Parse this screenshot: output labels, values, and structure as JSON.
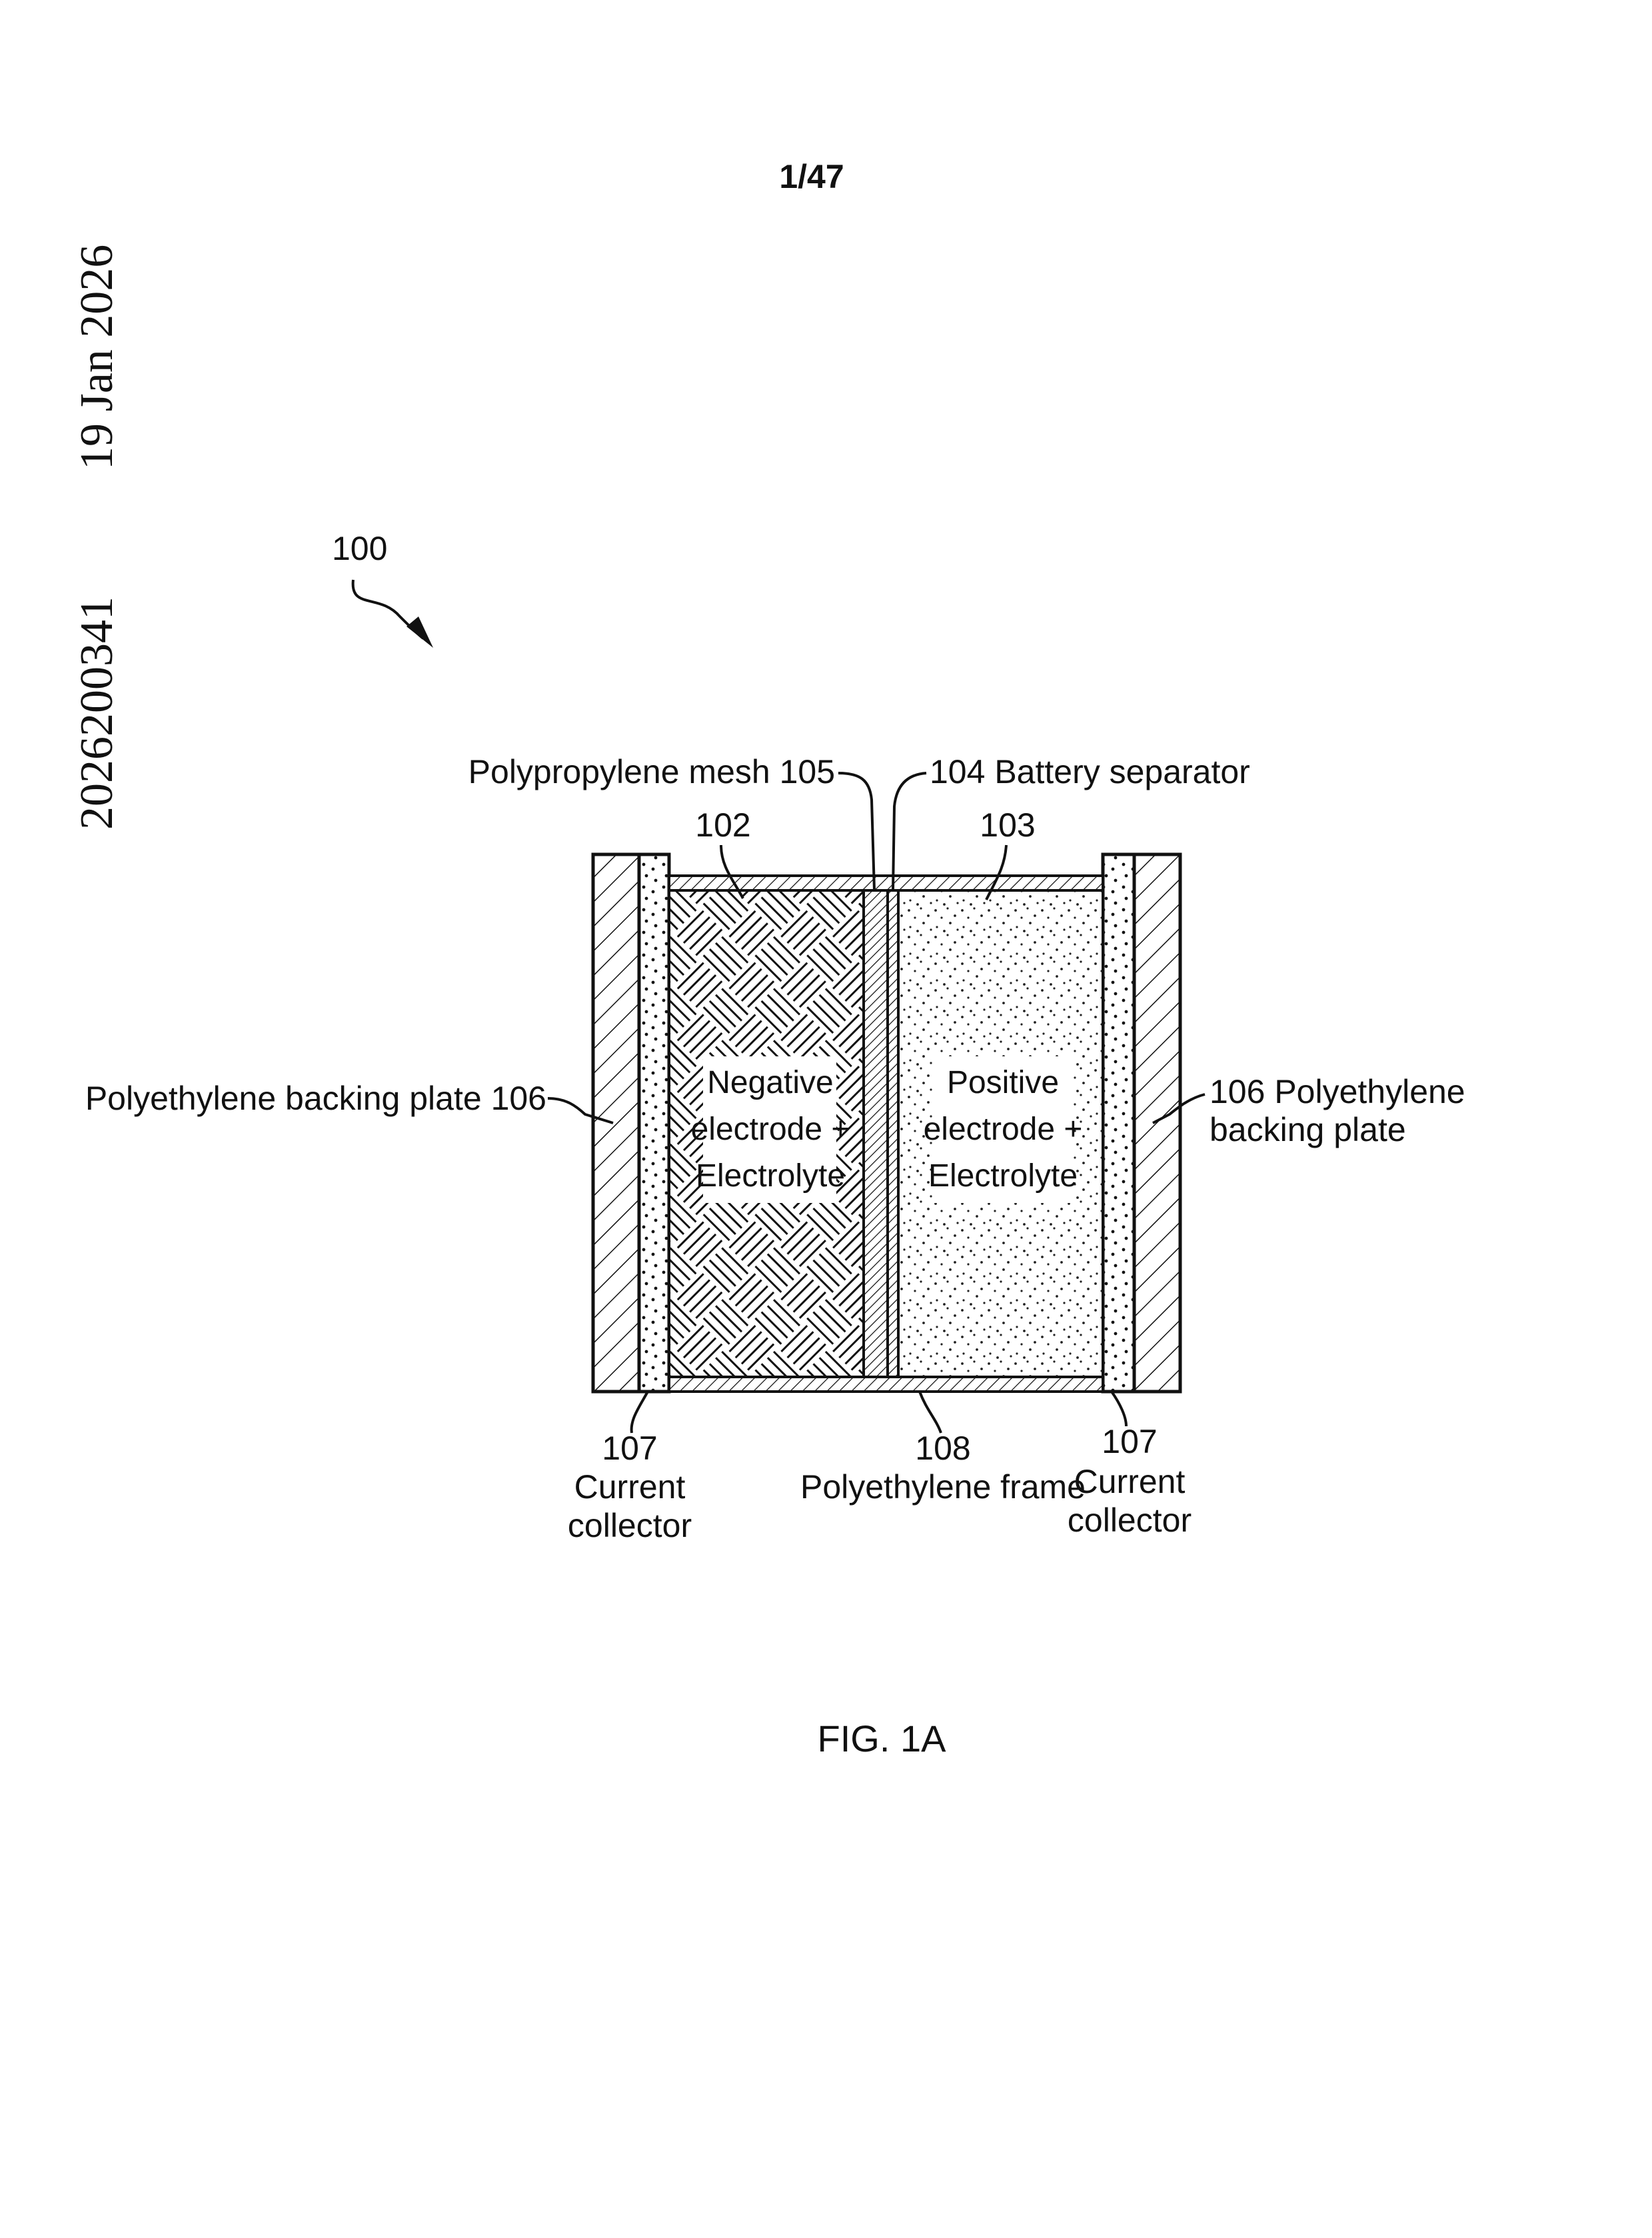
{
  "page_header": {
    "page_number": "1/47"
  },
  "margin_stamp": {
    "publication_number": "2026200341",
    "date": "19 Jan 2026"
  },
  "figure": {
    "reference_number": "100",
    "caption": "FIG. 1A",
    "labels": {
      "polypropylene_mesh": "Polypropylene mesh 105",
      "battery_separator": "104 Battery separator",
      "ref_102": "102",
      "ref_103": "103",
      "backing_plate_left": "Polyethylene backing plate 106",
      "backing_plate_right_line1": "106 Polyethylene",
      "backing_plate_right_line2": "backing plate",
      "negative_line1": "Negative",
      "negative_line2": "electrode +",
      "negative_line3": "Electrolyte",
      "positive_line1": "Positive",
      "positive_line2": "electrode +",
      "positive_line3": "Electrolyte",
      "collector_left_num": "107",
      "collector_left_line1": "Current",
      "collector_left_line2": "collector",
      "frame_num": "108",
      "frame_label": "Polyethylene frame",
      "collector_right_num": "107",
      "collector_right_line1": "Current",
      "collector_right_line2": "collector"
    }
  }
}
